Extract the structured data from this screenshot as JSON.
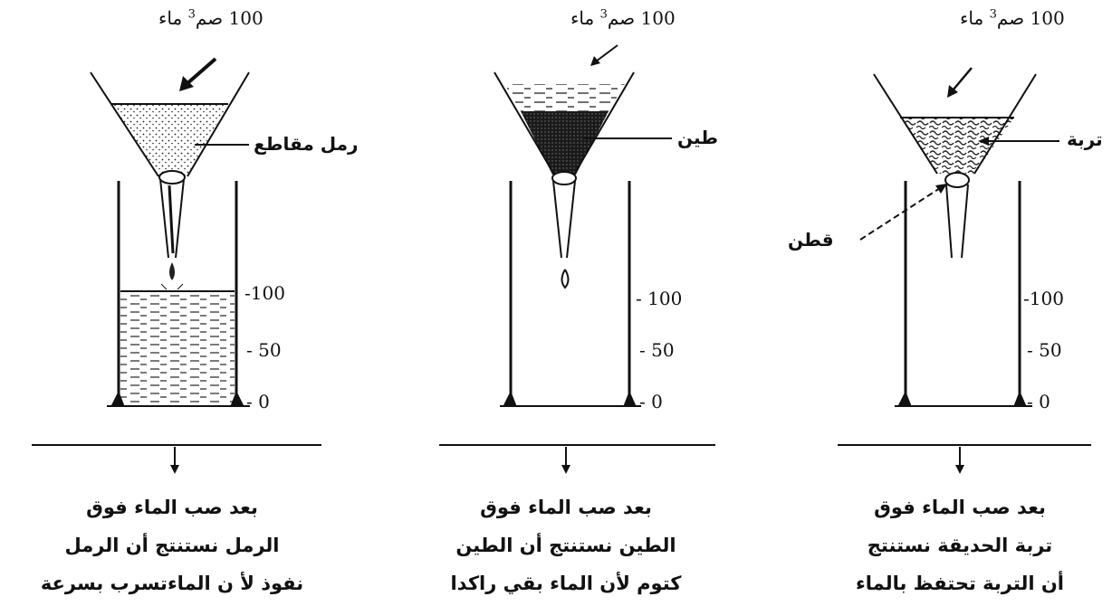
{
  "panels": {
    "sand": {
      "water_label": "100 صم",
      "water_sup": "3",
      "water_word": " ماء",
      "material_label": "رمل مقاطع",
      "ticks": [
        "-100",
        "- 50",
        "- 0"
      ],
      "caption": [
        "بعد صب الماء فوق",
        "الرمل نستنتج أن الرمل",
        "نفوذ لأ ن الماءتسرب بسرعة"
      ]
    },
    "clay": {
      "water_label": "100 صم",
      "water_sup": "3",
      "water_word": " ماء",
      "material_label": "طين",
      "ticks": [
        "- 100",
        "- 50",
        "- 0"
      ],
      "caption": [
        "بعد صب الماء فوق",
        "الطين نستنتج أن الطين",
        "كتوم لأن الماء بقي راكدا"
      ]
    },
    "soil": {
      "water_label": "100 صم",
      "water_sup": "3",
      "water_word": " ماء",
      "material_label": "تربة",
      "cotton_label": "قطن",
      "ticks": [
        "-100",
        "- 50",
        "- 0"
      ],
      "caption": [
        "بعد صب الماء فوق",
        "تربة الحديقة نستنتج",
        "أن التربة تحتفظ بالماء"
      ]
    }
  }
}
